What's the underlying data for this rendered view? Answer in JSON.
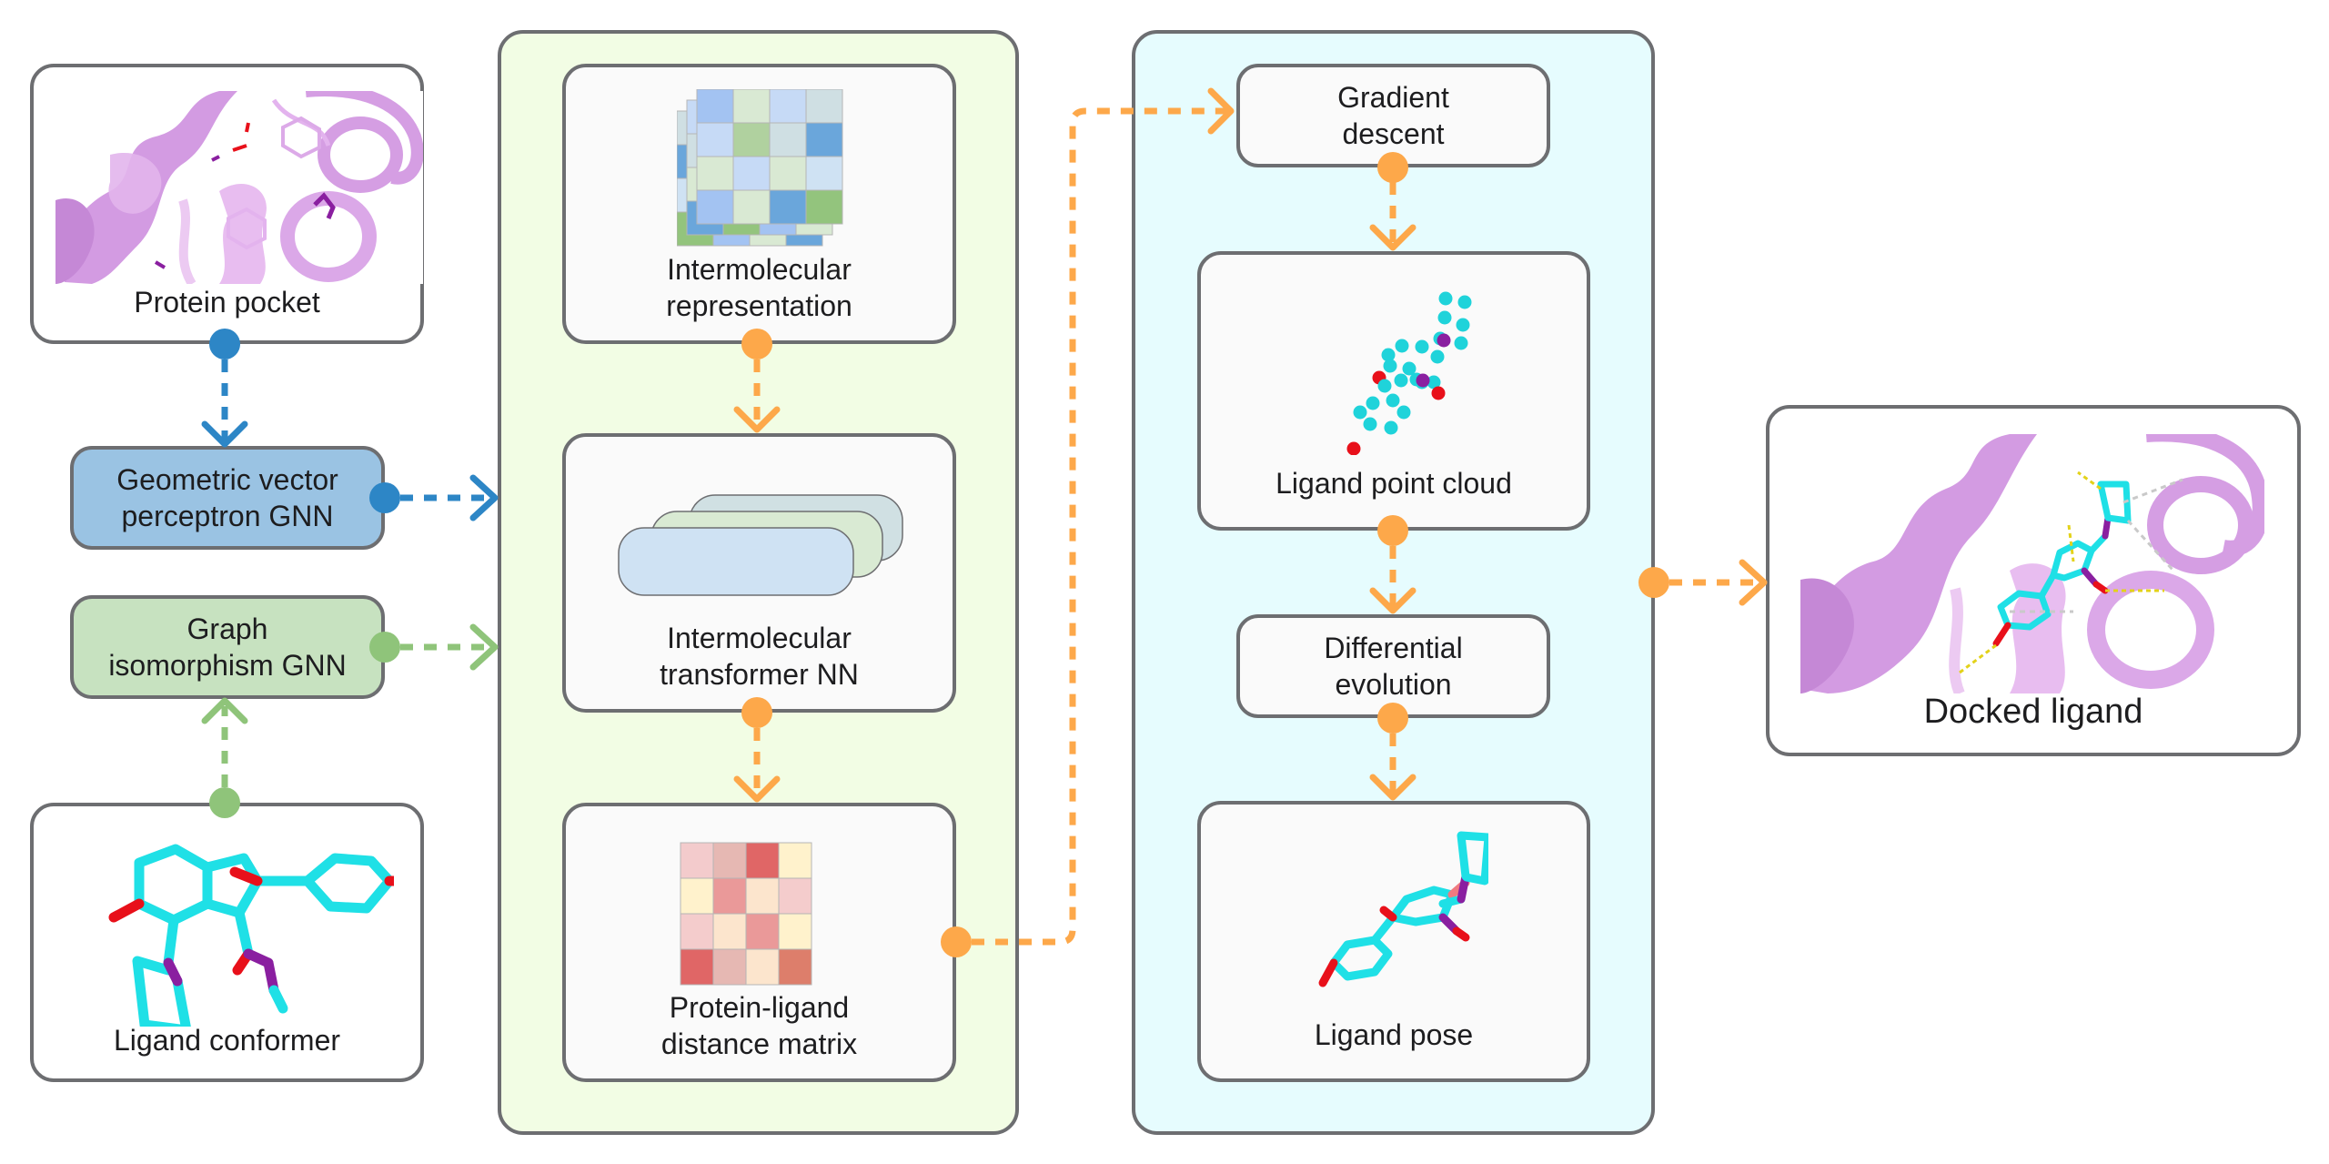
{
  "colors": {
    "border": "#6d6e71",
    "panel_green": "#f2fde4",
    "panel_cyan": "#e6fcfe",
    "gvp_fill": "#9ac3e3",
    "gin_fill": "#c7e2c0",
    "blue_connector": "#2d86c6",
    "green_connector": "#8fc47a",
    "orange_connector": "#fda84a",
    "protein": "#d9a0e6",
    "ligand_carbon": "#1fe0e6",
    "ligand_oxygen": "#e8101a",
    "ligand_nitrogen": "#8a1fa0"
  },
  "nodes": {
    "protein_pocket": {
      "label": "Protein pocket",
      "icon": "protein-ribbon-image"
    },
    "gvp_gnn": {
      "label_line1": "Geometric vector",
      "label_line2": "perceptron GNN"
    },
    "gin_gnn": {
      "label_line1": "Graph",
      "label_line2": "isomorphism GNN"
    },
    "ligand_conformer": {
      "label": "Ligand conformer",
      "icon": "ligand-stick-model"
    },
    "intermolecular_representation": {
      "label_line1": "Intermolecular",
      "label_line2": "representation",
      "icon": "stacked-feature-grid"
    },
    "intermolecular_transformer": {
      "label_line1": "Intermolecular",
      "label_line2": "transformer NN",
      "icon": "stacked-layers"
    },
    "distance_matrix": {
      "label_line1": "Protein-ligand",
      "label_line2": "distance matrix",
      "icon": "heatmap-grid"
    },
    "gradient_descent": {
      "label_line1": "Gradient",
      "label_line2": "descent"
    },
    "ligand_point_cloud": {
      "label": "Ligand point cloud",
      "icon": "point-cloud"
    },
    "differential_evolution": {
      "label_line1": "Differential",
      "label_line2": "evolution"
    },
    "ligand_pose": {
      "label": "Ligand pose",
      "icon": "ligand-stick-model"
    },
    "docked_ligand": {
      "label": "Docked ligand",
      "icon": "protein-ligand-complex"
    }
  },
  "representation_grid": [
    [
      "#a3c3f2",
      "#d9e9d3",
      "#c6daf6",
      "#cfdfe3"
    ],
    [
      "#c6daf6",
      "#b0d19f",
      "#cfdfe3",
      "#6aa6db"
    ],
    [
      "#d9e9d3",
      "#c6daf6",
      "#d9e9d3",
      "#cfe2f3"
    ],
    [
      "#a3c3f2",
      "#d9e9d3",
      "#6aa6db",
      "#93c47d"
    ]
  ],
  "distance_grid": [
    [
      "#f3cbcc",
      "#e6b8b3",
      "#e06666",
      "#fff2cc"
    ],
    [
      "#fff2cc",
      "#ea9999",
      "#fce5cd",
      "#f4cccc"
    ],
    [
      "#f4cccc",
      "#fce5cd",
      "#ea9999",
      "#fff2cc"
    ],
    [
      "#e06666",
      "#e6b8b3",
      "#fce5cd",
      "#dd7e6b"
    ]
  ],
  "edges": [
    {
      "from": "protein_pocket",
      "to": "gvp_gnn",
      "color": "blue"
    },
    {
      "from": "gvp_gnn",
      "to": "intermolecular_module",
      "color": "blue"
    },
    {
      "from": "ligand_conformer",
      "to": "gin_gnn",
      "color": "green"
    },
    {
      "from": "gin_gnn",
      "to": "intermolecular_module",
      "color": "green"
    },
    {
      "from": "intermolecular_representation",
      "to": "intermolecular_transformer",
      "color": "orange"
    },
    {
      "from": "intermolecular_transformer",
      "to": "distance_matrix",
      "color": "orange"
    },
    {
      "from": "distance_matrix",
      "to": "gradient_descent",
      "color": "orange"
    },
    {
      "from": "gradient_descent",
      "to": "ligand_point_cloud",
      "color": "orange"
    },
    {
      "from": "ligand_point_cloud",
      "to": "differential_evolution",
      "color": "orange"
    },
    {
      "from": "differential_evolution",
      "to": "ligand_pose",
      "color": "orange"
    },
    {
      "from": "optimization_module",
      "to": "docked_ligand",
      "color": "orange"
    }
  ]
}
